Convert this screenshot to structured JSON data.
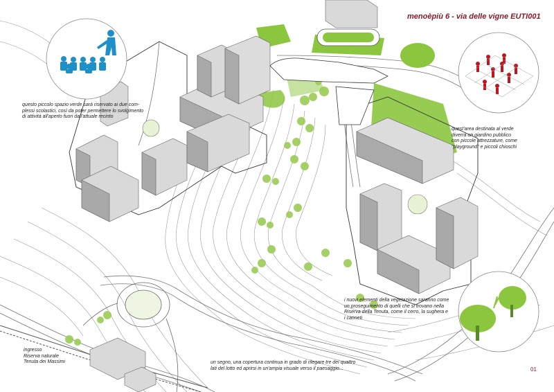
{
  "header": {
    "title": "menoèpiù 6 - via delle vigne EUTI001"
  },
  "notes": {
    "school_area": [
      "questo piccolo spazio verde sarà riservato ai due com-",
      "plessi scolastici, così da poter permettere lo svolgimento",
      "di attività all'aperto fuori dall'attuale recinto"
    ],
    "garden_area": [
      "quest'area destinata al verde",
      "diverrà un giardino pubblico",
      "con piccole attrezzature, come",
      "\"playground\" e piccoli chioschi"
    ],
    "vegetation": [
      "i nuovi elementi della vegetazione saranno come",
      "un proseguimento di quelli che si trovano nella",
      "Riserva della Tenuta, come il cerro, la sughera e",
      "i canneti"
    ],
    "entrance": [
      "ingresso",
      "Riserva naturale",
      "Tenuta dei Massimi"
    ],
    "roof": [
      "un segno, una copertura continua in grado di rilegare tre dei quattro",
      "lati del lotto ed aprirsi in un'ampia visuale verso il paesaggio..."
    ]
  },
  "page_number": "01",
  "colors": {
    "title": "#8b1a2b",
    "green": "#8cc63f",
    "people_blue": "#1e90c8",
    "people_red": "#c0141e",
    "building": "#d6d6d6"
  }
}
